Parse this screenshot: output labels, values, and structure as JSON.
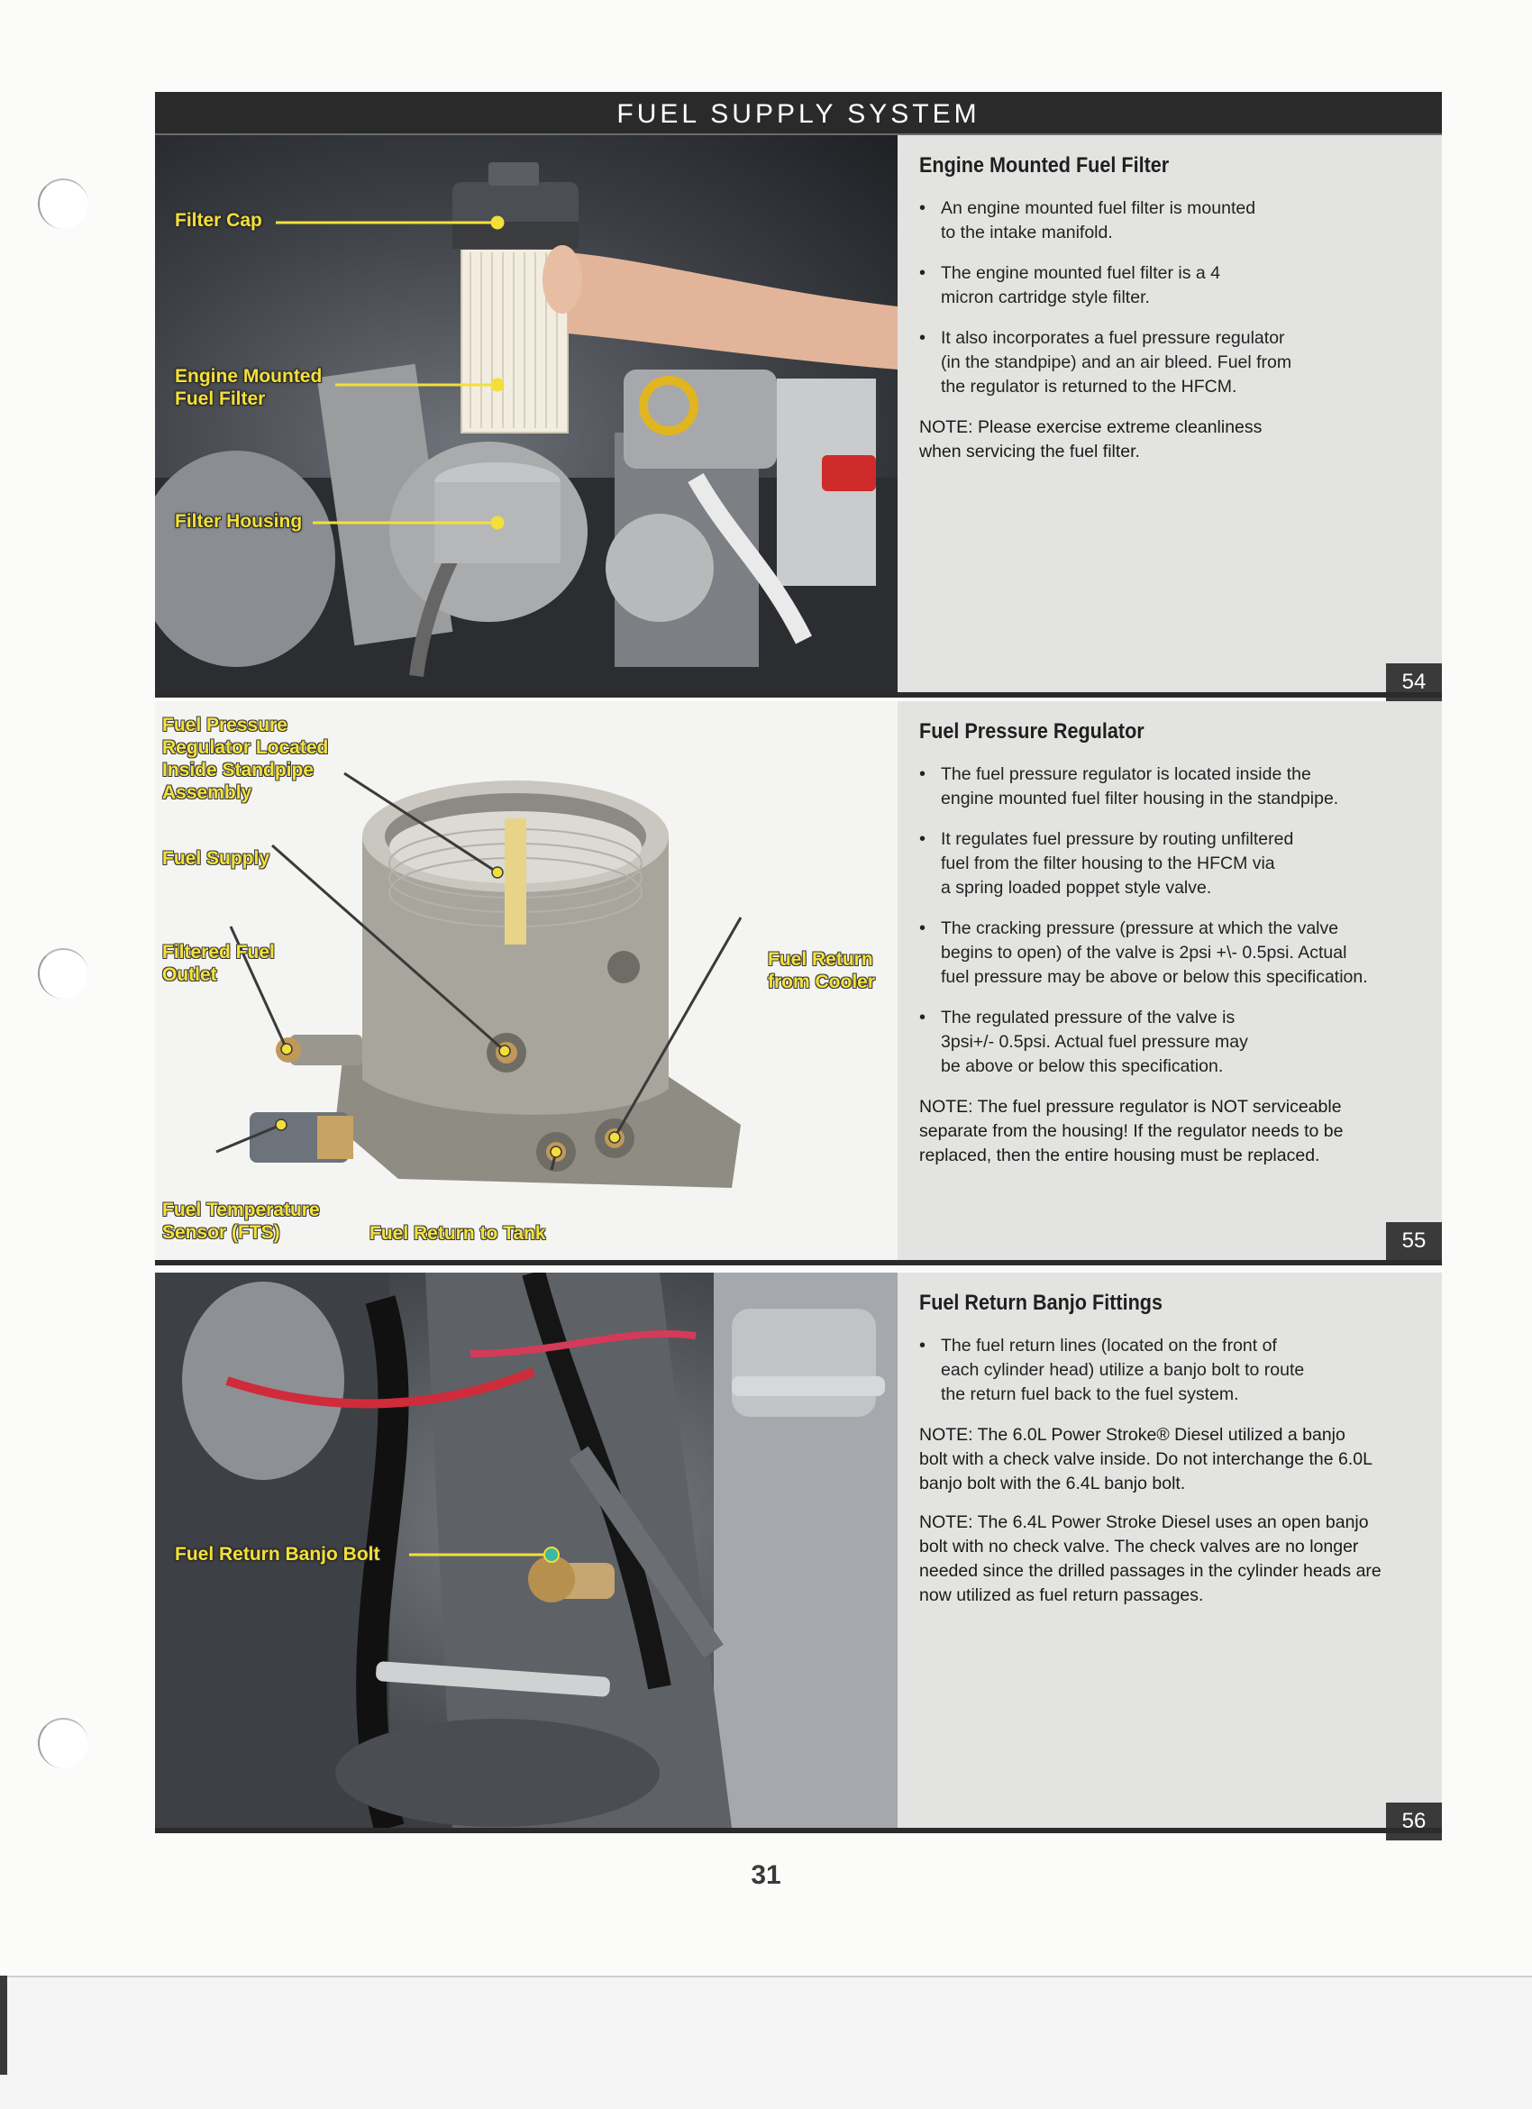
{
  "header": {
    "title": "FUEL SUPPLY SYSTEM"
  },
  "sections": [
    {
      "title": "Engine Mounted Fuel Filter",
      "bullets": [
        "An engine mounted fuel filter is mounted\nto the intake manifold.",
        "The engine mounted fuel filter is a 4\nmicron cartridge style filter.",
        "It also incorporates a fuel pressure regulator\n(in the standpipe) and an air bleed. Fuel from\nthe regulator is returned to the HFCM."
      ],
      "notes": [
        "NOTE: Please exercise extreme cleanliness\nwhen servicing the fuel filter."
      ],
      "slide_number": "54",
      "callouts": [
        "Filter Cap",
        "Engine Mounted\nFuel Filter",
        "Filter Housing"
      ]
    },
    {
      "title": "Fuel Pressure Regulator",
      "bullets": [
        "The fuel pressure regulator is located inside the\nengine mounted fuel filter housing in the standpipe.",
        "It regulates fuel pressure by routing unfiltered\nfuel from the filter housing to the HFCM via\na spring loaded poppet style valve.",
        "The cracking pressure (pressure at which the valve\nbegins to open) of the valve is 2psi +\\- 0.5psi. Actual\nfuel pressure may be above or below this specification.",
        "The regulated pressure of the valve is\n3psi+/- 0.5psi. Actual fuel pressure may\nbe above or below this specification."
      ],
      "notes": [
        "NOTE: The fuel pressure regulator is NOT serviceable\nseparate from the housing! If the regulator needs to be\nreplaced, then the entire housing must be replaced."
      ],
      "slide_number": "55",
      "callouts": [
        "Fuel Pressure\nRegulator Located\nInside Standpipe\nAssembly",
        "Fuel Supply",
        "Filtered Fuel\nOutlet",
        "Fuel Return\nfrom Cooler",
        "Fuel Temperature\nSensor (FTS)",
        "Fuel Return to Tank"
      ]
    },
    {
      "title": "Fuel Return Banjo Fittings",
      "bullets": [
        "The fuel return lines (located on the front of\neach cylinder head) utilize a banjo bolt to route\nthe return fuel back to the fuel system."
      ],
      "notes": [
        "NOTE: The 6.0L Power Stroke® Diesel utilized a banjo\nbolt with a check valve inside. Do not interchange the 6.0L\nbanjo bolt with the 6.4L banjo bolt.",
        "NOTE: The 6.4L Power Stroke Diesel uses an open banjo\nbolt with no check valve. The check valves are no longer\nneeded since the drilled passages in the cylinder heads are\nnow utilized as fuel return passages."
      ],
      "slide_number": "56",
      "callouts": [
        "Fuel Return Banjo Bolt"
      ]
    }
  ],
  "page_number": "31",
  "colors": {
    "callout": "#f3df3a",
    "header_bg": "#2a2a2a",
    "panel_bg": "#e3e3e1"
  }
}
